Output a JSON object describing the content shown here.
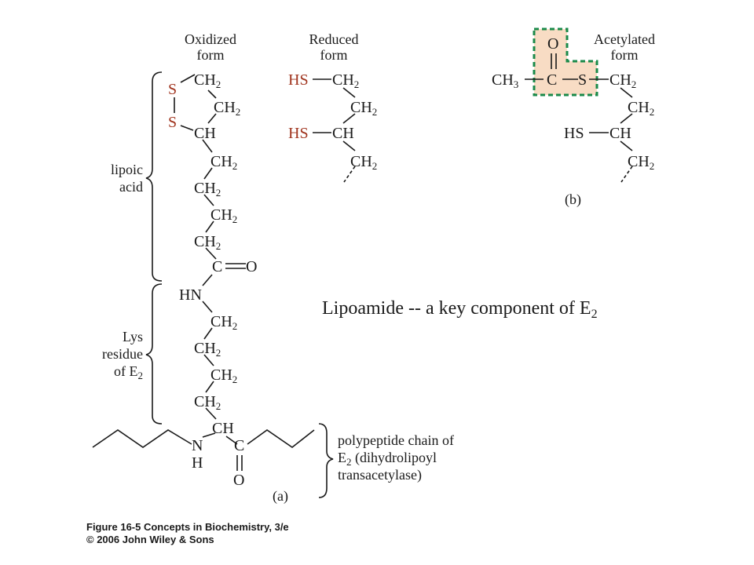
{
  "headers": {
    "oxidized": [
      "Oxidized",
      "form"
    ],
    "reduced": [
      "Reduced",
      "form"
    ],
    "acetylated": [
      "Acetylated",
      "form"
    ]
  },
  "atoms": {
    "S": "S",
    "CH2": "CH",
    "CH3": "CH",
    "sub2": "2",
    "sub3": "3",
    "CH": "CH",
    "C": "C",
    "O": "O",
    "HN": "HN",
    "N": "N",
    "H": "H",
    "HS": "HS"
  },
  "brackets": {
    "lipoic": [
      "lipoic",
      "acid"
    ],
    "lys": [
      "Lys",
      "residue",
      "of E"
    ],
    "lys_sub": "2",
    "polypeptide": [
      "polypeptide chain of",
      "E",
      " (dihydrolipoyl",
      "transacetylase)"
    ],
    "polypeptide_sub": "2"
  },
  "panel_labels": {
    "a": "(a)",
    "b": "(b)"
  },
  "caption": {
    "text": "Lipoamide -- a key component of E",
    "sub": "2"
  },
  "credit": [
    "Figure 16-5  Concepts in Biochemistry, 3/e",
    "© 2006 John Wiley & Sons"
  ],
  "colors": {
    "sulfur": "#a0341e",
    "acetyl_fill": "#f8dcc4",
    "acetyl_border": "#1a8a4a"
  }
}
